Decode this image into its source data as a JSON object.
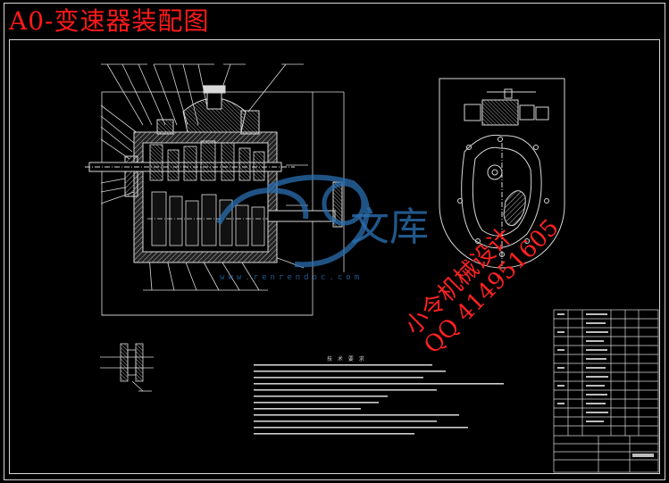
{
  "drawing": {
    "title": "A0-变速器装配图",
    "tech_requirements_title": "技 术 要 求"
  },
  "watermark": {
    "logo_text": "文库",
    "url": "www.renrendoc.com",
    "stamp_line1": "小令机械设计",
    "stamp_line2": "QQ 414951605"
  },
  "colors": {
    "background": "#000000",
    "lines": "#d8d8d8",
    "title": "#ff1a1a",
    "watermark_blue": "#2a6fb0"
  }
}
